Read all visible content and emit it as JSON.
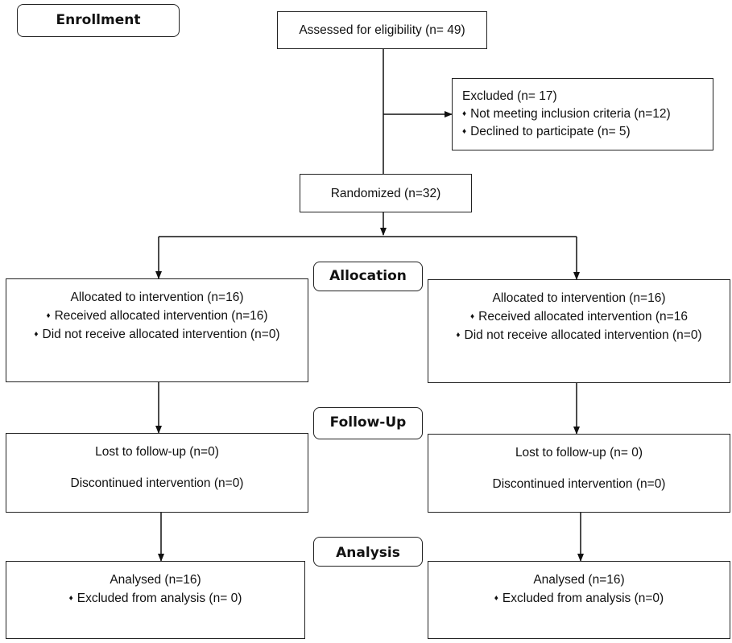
{
  "stages": {
    "enrollment": "Enrollment",
    "allocation": "Allocation",
    "follow_up": "Follow-Up",
    "analysis": "Analysis"
  },
  "assessed": "Assessed for eligibility (n= 49)",
  "excluded": {
    "title": "Excluded  (n= 17)",
    "items": [
      "Not meeting inclusion criteria (n=12)",
      "Declined to participate (n= 5)"
    ]
  },
  "randomized": "Randomized (n=32)",
  "bullet_symbol": "♦",
  "left": {
    "allocated": "Allocated to intervention (n=16)",
    "allocated_items": [
      "Received allocated intervention (n=16)",
      "Did not receive allocated intervention (n=0)"
    ],
    "lost": "Lost to follow-up (n=0)",
    "discontinued": "Discontinued intervention (n=0)",
    "analysed": "Analysed (n=16)",
    "analysed_items": [
      "Excluded from analysis (n= 0)"
    ]
  },
  "right": {
    "allocated": "Allocated to intervention (n=16)",
    "allocated_items": [
      "Received allocated intervention (n=16",
      "Did not receive allocated intervention (n=0)"
    ],
    "lost": "Lost to follow-up (n= 0)",
    "discontinued": "Discontinued intervention (n=0)",
    "analysed": "Analysed (n=16)",
    "analysed_items": [
      "Excluded from analysis (n=0)"
    ]
  }
}
